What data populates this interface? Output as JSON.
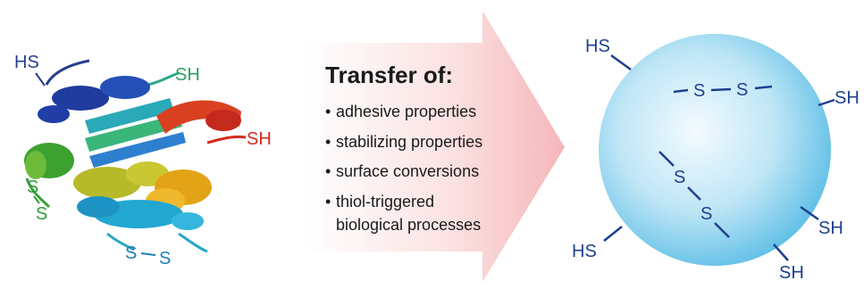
{
  "protein": {
    "labels": {
      "hs_top": "HS",
      "sh_green": "SH",
      "sh_red": "SH",
      "s_left_1": "S",
      "s_left_2": "S",
      "s_bottom_1": "S",
      "s_bottom_2": "S"
    }
  },
  "arrow": {
    "title": "Transfer of:",
    "items": [
      "adhesive properties",
      "stabilizing properties",
      "surface conversions",
      "thiol-triggered"
    ],
    "item4_line2": "biological processes",
    "bullet": "•"
  },
  "particle": {
    "labels": {
      "hs_top_left": "HS",
      "sh_right_upper": "SH",
      "sh_right_lower": "SH",
      "sh_bottom_right": "SH",
      "hs_bottom_left": "HS",
      "ss_top_s1": "S",
      "ss_top_s2": "S",
      "ss_diag_s1": "S",
      "ss_diag_s2": "S"
    },
    "colors": {
      "sphere_edge": "#6cc7ea",
      "sphere_center": "#eaf7fd",
      "label": "#1f3f8f"
    }
  }
}
